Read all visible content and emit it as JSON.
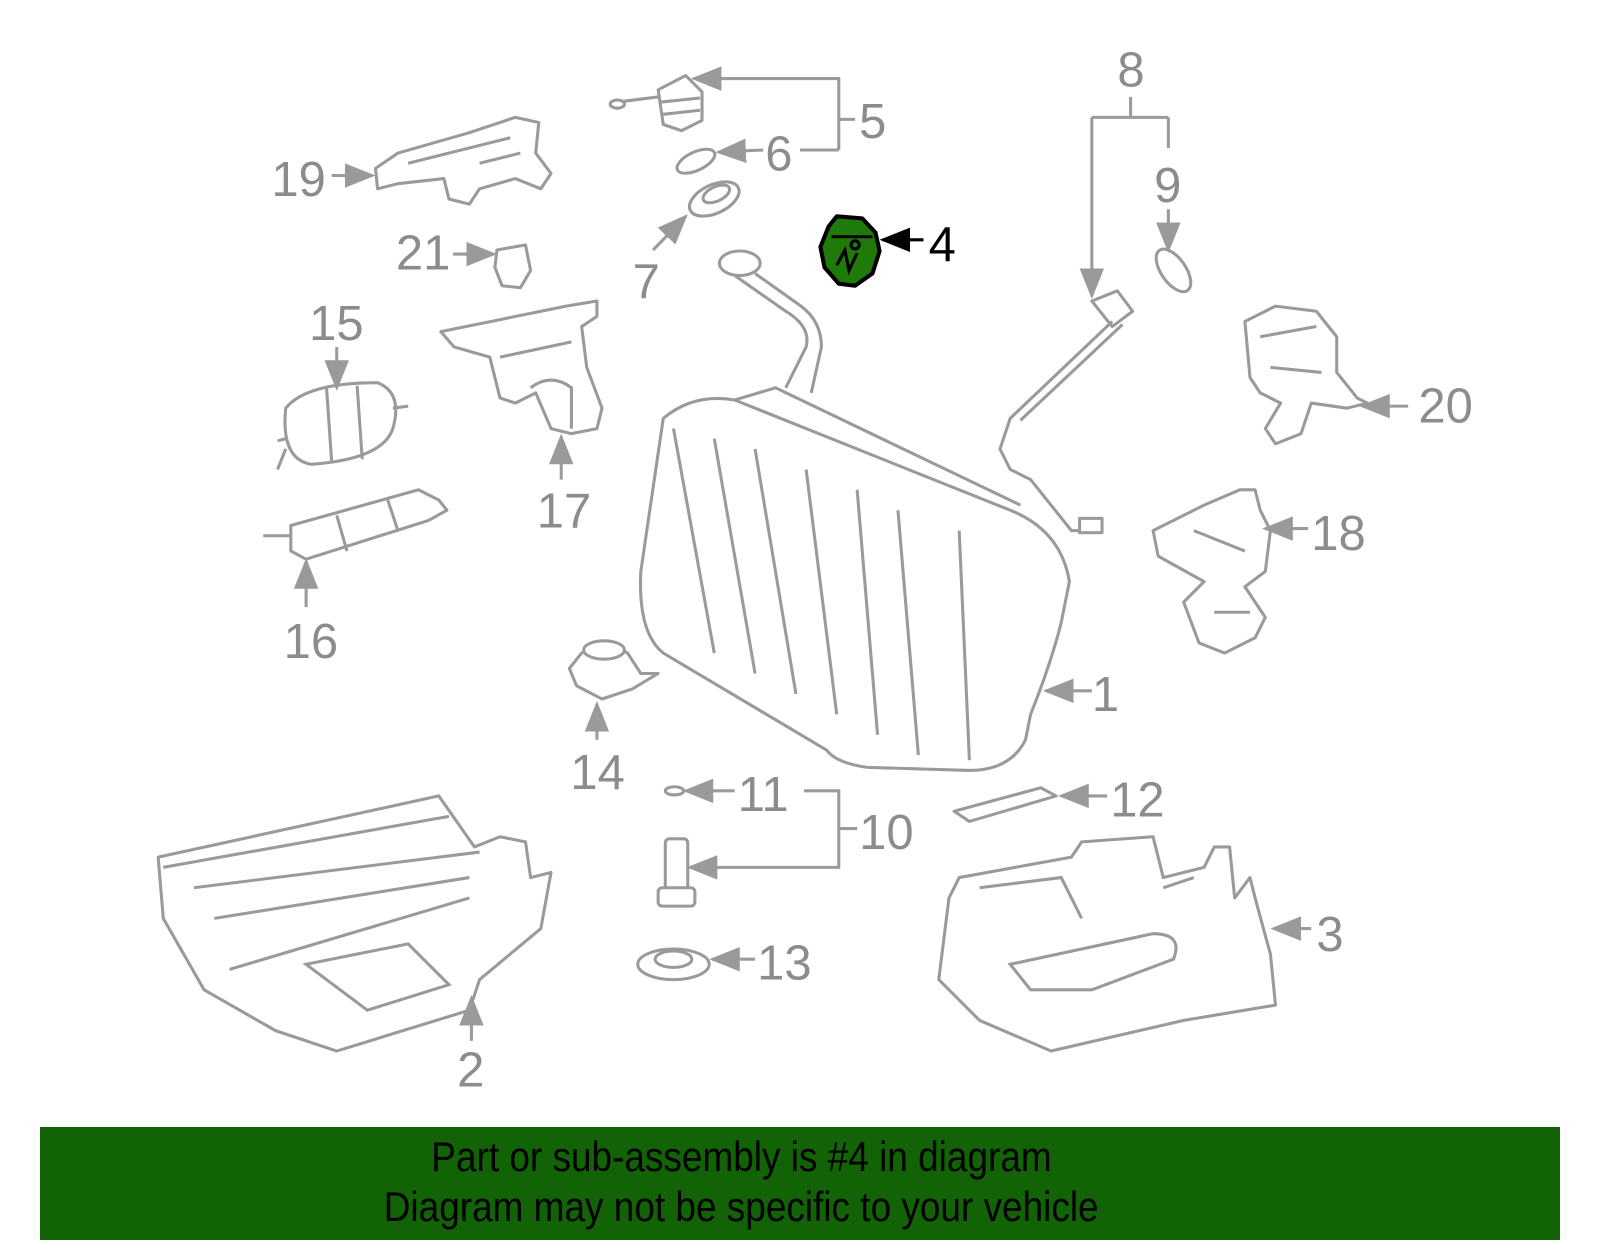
{
  "diagram": {
    "highlight_color": "#1f7a0a",
    "line_color": "#9a9a9a",
    "callouts": {
      "c1": "1",
      "c2": "2",
      "c3": "3",
      "c4": "4",
      "c5": "5",
      "c6": "6",
      "c7": "7",
      "c8": "8",
      "c9": "9",
      "c10": "10",
      "c11": "11",
      "c12": "12",
      "c13": "13",
      "c14": "14",
      "c15": "15",
      "c16": "16",
      "c17": "17",
      "c18": "18",
      "c19": "19",
      "c20": "20",
      "c21": "21"
    },
    "highlighted_part": "4"
  },
  "banner": {
    "background": "#126306",
    "line1": "Part or sub-assembly is #4 in diagram",
    "line2": "Diagram may not be specific to your vehicle"
  }
}
